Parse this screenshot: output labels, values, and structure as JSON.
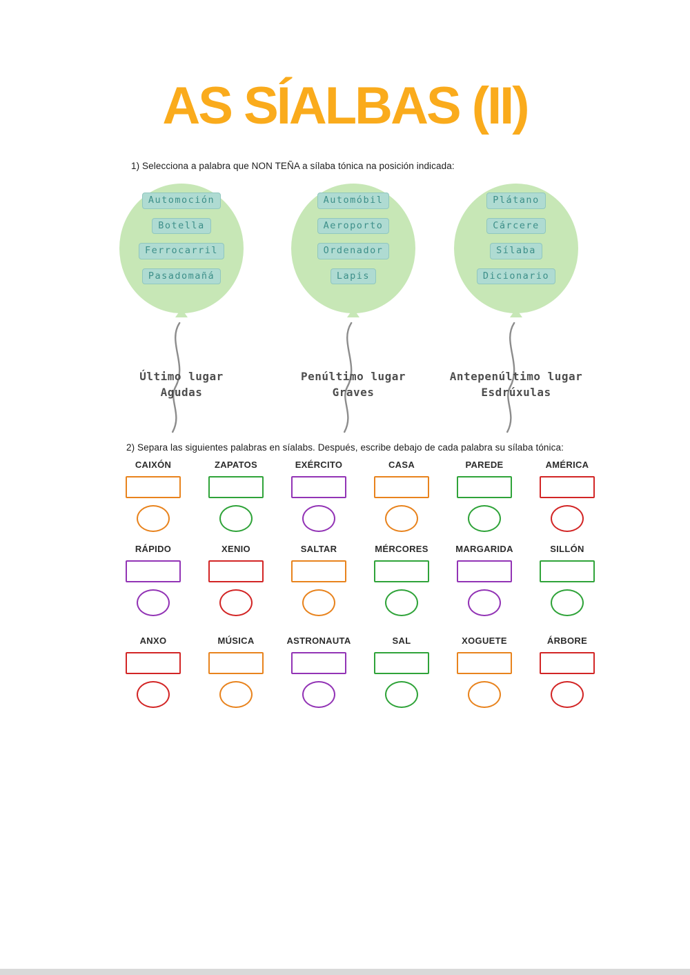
{
  "title": "AS SÍALBAS (II)",
  "accents": {
    "title_orange": "#FAAB1C",
    "balloon_green": "#C7E7B6",
    "chip_background": "#AFDBD2",
    "chip_text": "#3D8F89",
    "string_gray": "#8C8C8C"
  },
  "exercise1": {
    "instruction": "1) Selecciona a palabra que NON TEÑA a sílaba tónica na posición indicada:",
    "balloons": [
      {
        "words": [
          "Automoción",
          "Botella",
          "Ferrocarril",
          "Pasadomañá"
        ],
        "caption": [
          "Último lugar",
          "Agudas"
        ]
      },
      {
        "words": [
          "Automóbil",
          "Aeroporto",
          "Ordenador",
          "Lapis"
        ],
        "caption": [
          "Penúltimo lugar",
          "Graves"
        ]
      },
      {
        "words": [
          "Plátano",
          "Cárcere",
          "Sílaba",
          "Dicionario"
        ],
        "caption": [
          "Antepenúltimo lugar",
          "Esdrúxulas"
        ]
      }
    ]
  },
  "exercise2": {
    "instruction": "2) Separa las siguientes palabras en síalabs. Después, escribe debajo de cada palabra su sílaba tónica:",
    "rows": [
      [
        {
          "word": "CAIXÓN",
          "color": "#E8831D"
        },
        {
          "word": "ZAPATOS",
          "color": "#2FA339"
        },
        {
          "word": "EXÉRCITO",
          "color": "#9233B5"
        },
        {
          "word": "CASA",
          "color": "#E8831D"
        },
        {
          "word": "PAREDE",
          "color": "#2FA339"
        },
        {
          "word": "AMÉRICA",
          "color": "#D22525"
        }
      ],
      [
        {
          "word": "RÁPIDO",
          "color": "#9233B5"
        },
        {
          "word": "XENIO",
          "color": "#D22525"
        },
        {
          "word": "SALTAR",
          "color": "#E8831D"
        },
        {
          "word": "MÉRCORES",
          "color": "#2FA339"
        },
        {
          "word": "MARGARIDA",
          "color": "#9233B5"
        },
        {
          "word": "SILLÓN",
          "color": "#2FA339"
        }
      ],
      [
        {
          "word": "ANXO",
          "color": "#D22525"
        },
        {
          "word": "MÚSICA",
          "color": "#E8831D"
        },
        {
          "word": "ASTRONAUTA",
          "color": "#9233B5"
        },
        {
          "word": "SAL",
          "color": "#2FA339"
        },
        {
          "word": "XOGUETE",
          "color": "#E8831D"
        },
        {
          "word": "ÁRBORE",
          "color": "#D22525"
        }
      ]
    ]
  }
}
